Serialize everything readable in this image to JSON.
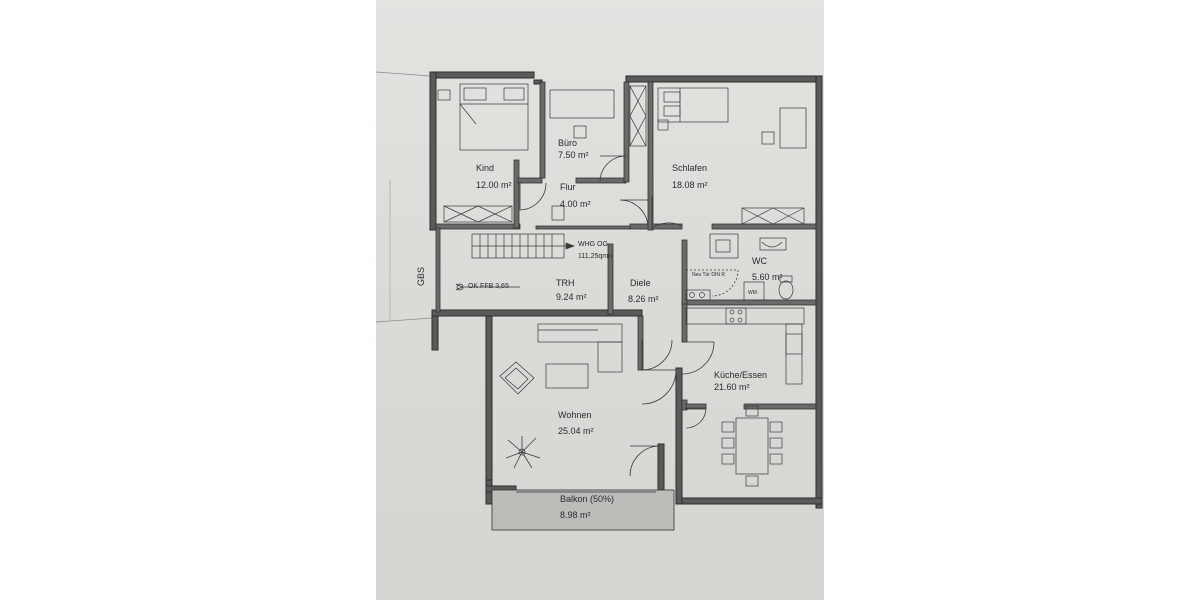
{
  "plan": {
    "side_label": "GBS",
    "level_marker": "OK FFB 3,65",
    "floor_label": "WHG  OG",
    "floor_area": "111,25qmn",
    "door_note": "Neu Tür DIN R",
    "wm_label": "WM",
    "rooms": [
      {
        "name": "Kind",
        "area": "12.00 m²"
      },
      {
        "name": "Büro",
        "area": "7.50 m²"
      },
      {
        "name": "Flur",
        "area": "4.00 m²"
      },
      {
        "name": "Schlafen",
        "area": "18.08 m²"
      },
      {
        "name": "WC",
        "area": "5.60 m²"
      },
      {
        "name": "TRH",
        "area": "9.24 m²"
      },
      {
        "name": "Diele",
        "area": "8.26 m²"
      },
      {
        "name": "Küche/Essen",
        "area": "21.60 m²"
      },
      {
        "name": "Wohnen",
        "area": "25.04 m²"
      },
      {
        "name": "Balkon   (50%)",
        "area": "8.98 m²"
      }
    ]
  }
}
